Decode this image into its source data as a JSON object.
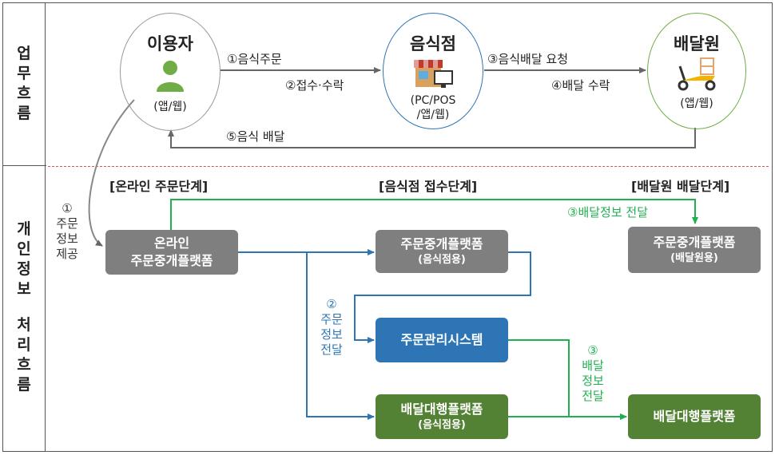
{
  "side_labels": {
    "top": [
      "업",
      "무",
      "흐",
      "름"
    ],
    "bottom": [
      "개",
      "인",
      "정",
      "보",
      "",
      "처",
      "리",
      "흐",
      "름"
    ]
  },
  "nodes": {
    "user": {
      "title": "이용자",
      "sub": "(앱/웹)"
    },
    "restaurant": {
      "title": "음식점",
      "sub_lines": [
        "(PC/POS",
        "/앱/웹)"
      ]
    },
    "rider": {
      "title": "배달원",
      "sub": "(앱/웹)"
    }
  },
  "flow": {
    "order": "①음식주문",
    "accept": "②접수·수락",
    "request": "③음식배달 요청",
    "rider_accept": "④배달 수락",
    "delivery": "⑤음식 배달"
  },
  "stages": {
    "online": "[온라인 주문단계]",
    "restaurant": "[음식점 접수단계]",
    "rider": "[배달원 배달단계]"
  },
  "boxes": {
    "online_platform": {
      "line1": "온라인",
      "line2": "주문중개플랫폼"
    },
    "order_platform_restaurant": {
      "line1": "주문중개플랫폼",
      "line2": "(음식점용)"
    },
    "order_platform_rider": {
      "line1": "주문중개플랫폼",
      "line2": "(배달원용)"
    },
    "order_management": {
      "line1": "주문관리시스템"
    },
    "delivery_agency_restaurant": {
      "line1": "배달대행플랫폼",
      "line2": "(음식점용)"
    },
    "delivery_agency": {
      "line1": "배달대행플랫폼"
    }
  },
  "privacy_labels": {
    "provide": [
      "①",
      "주문",
      "정보",
      "제공"
    ],
    "transfer": [
      "②",
      "주문",
      "정보",
      "전달"
    ],
    "delivery_info_top": "③배달정보 전달",
    "delivery_info_side": [
      "③",
      "배달",
      "정보",
      "전달"
    ]
  },
  "colors": {
    "gray_box": "#7f7f7f",
    "blue_box": "#2e75b6",
    "green_box": "#548235",
    "blue_arrow": "#2e75b6",
    "green_arrow": "#20b050",
    "dashed_separator": "#d9534f"
  },
  "icons": [
    "person-icon",
    "store-icon",
    "scooter-icon"
  ]
}
